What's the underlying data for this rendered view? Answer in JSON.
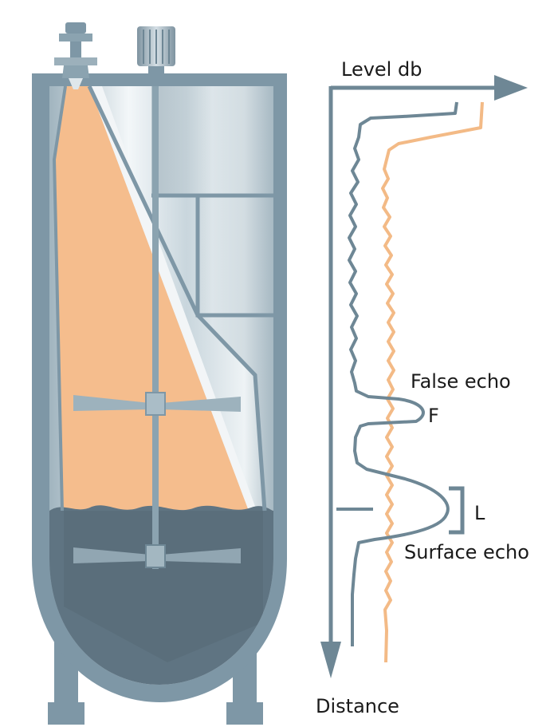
{
  "labels": {
    "level_axis": "Level db",
    "distance_axis": "Distance",
    "false_echo": "False echo",
    "false_marker": "F",
    "surface_echo": "Surface echo",
    "level_marker": "L"
  },
  "colors": {
    "tank_frame": "#7e97a6",
    "tank_fill_light": "#e6eef2",
    "tank_fill_dark": "#8ba3b0",
    "beam": "#f5bd8d",
    "material": "#5f7482",
    "echo_curve": "#6e8795",
    "reference_curve": "#f3ba86",
    "text": "#1a1a1a"
  },
  "icons": [
    "radar-sensor-icon",
    "agitator-motor-icon"
  ]
}
